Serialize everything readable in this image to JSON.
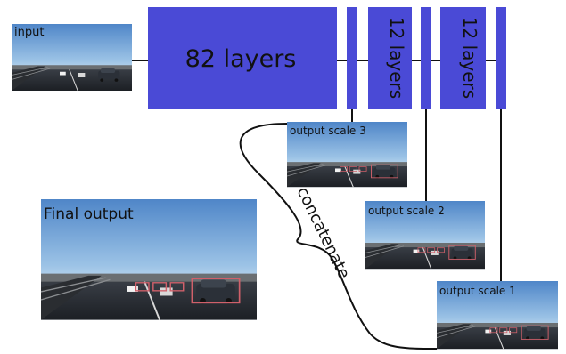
{
  "diagram": {
    "colors": {
      "block": "#4a4ad6",
      "line": "#111111",
      "box_outline": "#d0606a"
    },
    "input_label": "input",
    "block_main_label": "82 layers",
    "block_a_label": "12 layers",
    "block_b_label": "12 layers",
    "out3_label": "output scale 3",
    "out2_label": "output scale 2",
    "out1_label": "output scale 1",
    "final_label": "Final output",
    "concat_label": "concatenate"
  }
}
